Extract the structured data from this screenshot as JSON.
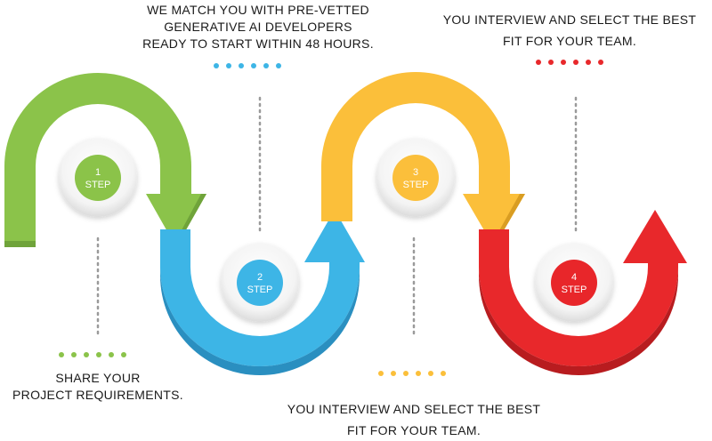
{
  "captions": {
    "step1": [
      "SHARE YOUR",
      "PROJECT REQUIREMENTS."
    ],
    "step2": [
      "WE MATCH YOU WITH PRE-VETTED",
      "GENERATIVE AI DEVELOPERS",
      "READY TO START WITHIN 48 HOURS."
    ],
    "step3": [
      "YOU INTERVIEW AND SELECT THE BEST",
      "FIT FOR YOUR TEAM."
    ],
    "step4": [
      "YOU INTERVIEW AND SELECT THE BEST",
      "FIT FOR YOUR TEAM."
    ]
  },
  "steps": [
    {
      "number": "1",
      "label": "STEP",
      "color": "#8bc34a"
    },
    {
      "number": "2",
      "label": "STEP",
      "color": "#3db5e6"
    },
    {
      "number": "3",
      "label": "STEP",
      "color": "#fbbf3a"
    },
    {
      "number": "4",
      "label": "STEP",
      "color": "#e8282b"
    }
  ],
  "colors": {
    "green": "#8bc34a",
    "blue": "#3db5e6",
    "yellow": "#fbbf3a",
    "red": "#e8282b",
    "connector": "#9a9a9a"
  }
}
